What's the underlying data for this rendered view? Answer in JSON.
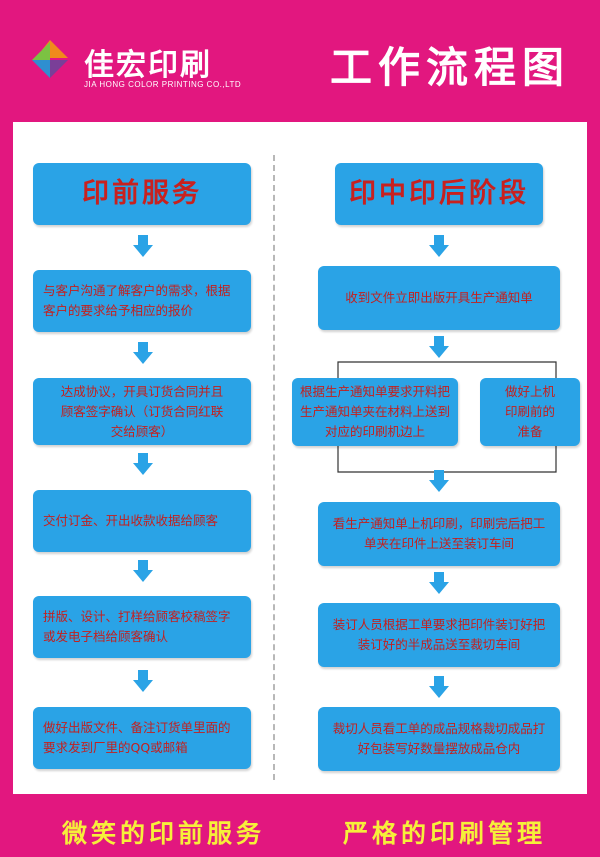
{
  "header": {
    "brand_name": "佳宏印刷",
    "brand_en": "JIA HONG COLOR PRINTING CO.,LTD",
    "title": "工作流程图"
  },
  "colors": {
    "background": "#e2177f",
    "box": "#2aa3e6",
    "box_text": "#c3201f",
    "footer_text": "#f6ef3a"
  },
  "left": {
    "heading": "印前服务",
    "steps": [
      "与客户沟通了解客户的需求，根据客户的要求给予相应的报价",
      "达成协议，开具订货合同并且顾客签字确认（订货合同红联交给顾客）",
      "交付订金、开出收款收据给顾客",
      "拼版、设计、打样给顾客校稿签字或发电子档给顾客确认",
      "做好出版文件、备注订货单里面的要求发到厂里的QQ或邮箱"
    ]
  },
  "right": {
    "heading": "印中印后阶段",
    "step1": "收到文件立即出版开具生产通知单",
    "branch_left": "根据生产通知单要求开料把生产通知单夹在材料上送到对应的印刷机边上",
    "branch_right": "做好上机印刷前的准备",
    "step3": "看生产通知单上机印刷，印刷完后把工单夹在印件上送至装订车间",
    "step4": "装订人员根据工单要求把印件装订好把装订好的半成品送至裁切车间",
    "step5": "裁切人员看工单的成品规格裁切成品打好包装写好数量摆放成品仓内"
  },
  "footer": {
    "left": "微笑的印前服务",
    "right": "严格的印刷管理"
  }
}
